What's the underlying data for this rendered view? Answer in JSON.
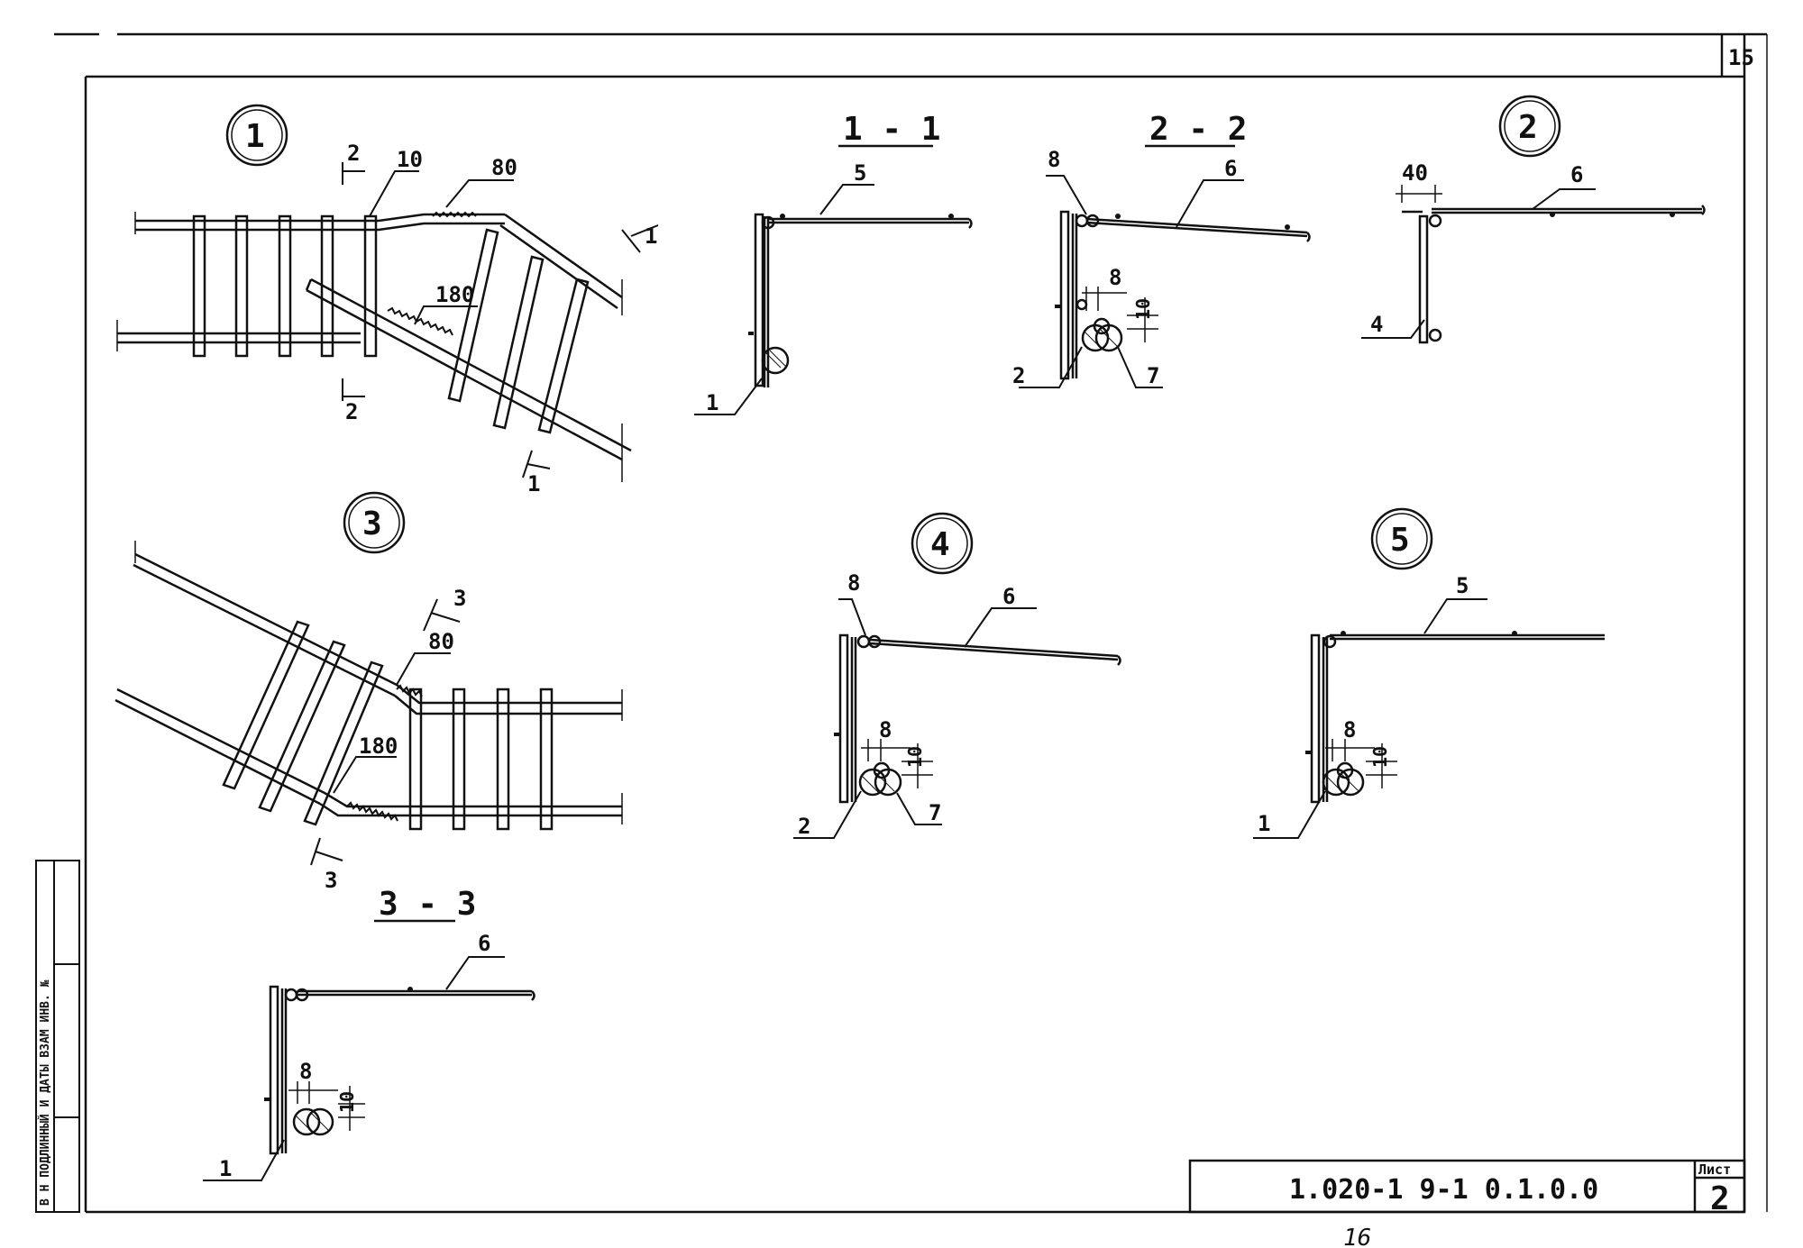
{
  "page_number": "15",
  "stamp": {
    "code": "1.020-1  9-1  0.1.0.0",
    "sheet_label": "Лист",
    "sheet_number": "2"
  },
  "bottom_note": "16",
  "side_text": "В Н ПОДЛИННЫЙ  И  ДАТЫ  ВЗАМ ИНВ. №",
  "views": {
    "v1": "1",
    "v2": "2",
    "v3": "3",
    "v4": "4",
    "v5": "5",
    "s11": "1 - 1",
    "s22": "2 - 2",
    "s33": "3 - 3"
  },
  "callouts": {
    "v1_10": "10",
    "v1_80": "80",
    "v1_180": "180",
    "v1_cut2_top": "2",
    "v1_cut2_bot": "2",
    "v1_cut1_top": "1",
    "v1_cut1_bot": "1",
    "s11_5": "5",
    "s11_1": "1",
    "s22_8": "8",
    "s22_6": "6",
    "s22_8b": "8",
    "s22_10": "10",
    "s22_2": "2",
    "s22_7": "7",
    "v2_40": "40",
    "v2_6": "6",
    "v2_4": "4",
    "v3_3a": "3",
    "v3_80": "80",
    "v3_180": "180",
    "v3_3b": "3",
    "v4_8": "8",
    "v4_6": "6",
    "v4_8b": "8",
    "v4_10": "10",
    "v4_2": "2",
    "v4_7": "7",
    "v5_5": "5",
    "v5_8": "8",
    "v5_10": "10",
    "v5_1": "1",
    "s33_6": "6",
    "s33_8": "8",
    "s33_10": "10",
    "s33_1": "1"
  }
}
